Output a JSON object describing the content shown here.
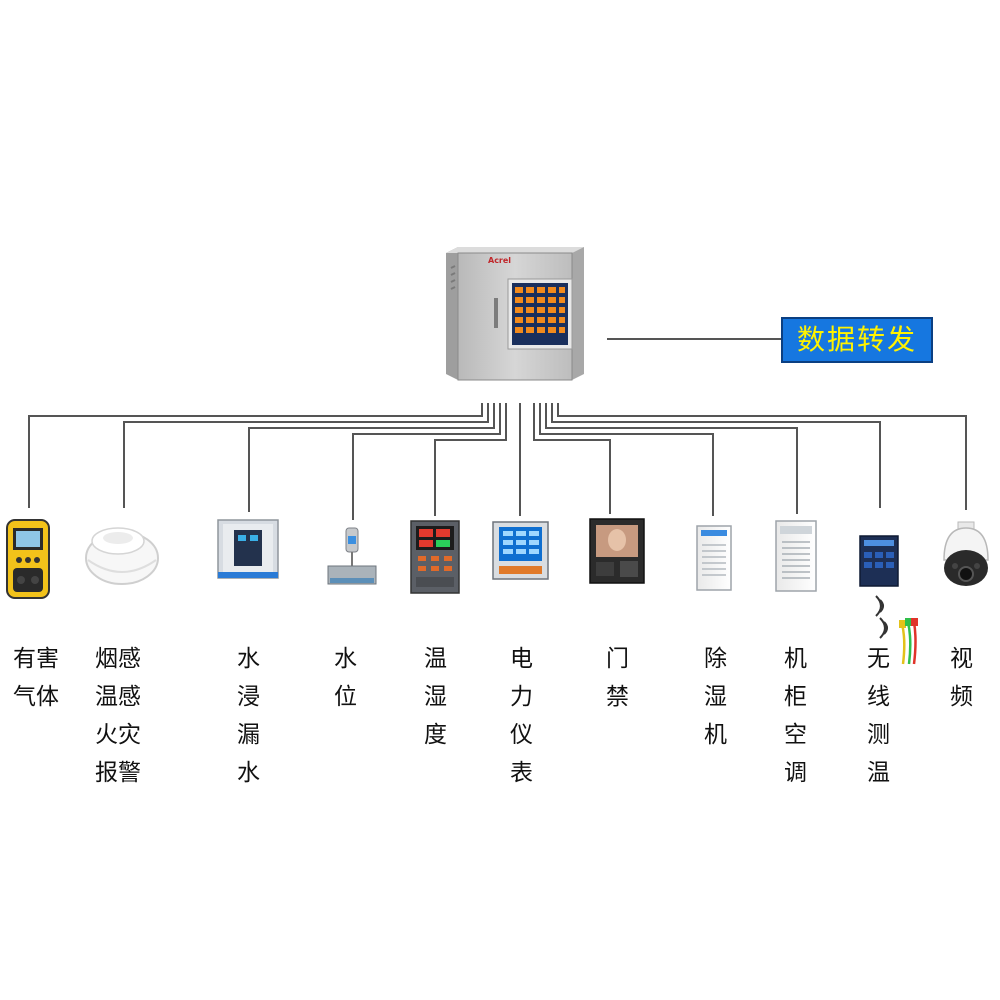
{
  "diagram": {
    "brand_logo": "Acrel",
    "forward_label": "数据转发",
    "colors": {
      "line": "#555555",
      "box_fill": "#1677e0",
      "box_border": "#0b3f82",
      "box_text": "#fff200",
      "cabinet": "#c9c9c9"
    },
    "devices": [
      {
        "id": "gas",
        "label": "有害\n气体",
        "icon": "gas-detector-icon"
      },
      {
        "id": "smoke",
        "label": "烟感\n温感\n火灾\n报警",
        "icon": "smoke-detector-icon"
      },
      {
        "id": "water-leak",
        "label": "水\n浸\n漏\n水",
        "icon": "water-leak-sensor-icon"
      },
      {
        "id": "water-level",
        "label": "水\n位",
        "icon": "water-level-sensor-icon"
      },
      {
        "id": "temp-humidity",
        "label": "温\n湿\n度",
        "icon": "temp-humidity-controller-icon"
      },
      {
        "id": "power-meter",
        "label": "电\n力\n仪\n表",
        "icon": "power-meter-icon"
      },
      {
        "id": "access",
        "label": "门\n禁",
        "icon": "access-control-icon"
      },
      {
        "id": "dehumidifier",
        "label": "除\n湿\n机",
        "icon": "dehumidifier-icon"
      },
      {
        "id": "cabinet-ac",
        "label": "机\n柜\n空\n调",
        "icon": "cabinet-ac-icon"
      },
      {
        "id": "wireless-temp",
        "label": "无\n线\n测\n温",
        "icon": "wireless-temp-icon"
      },
      {
        "id": "video",
        "label": "视\n频",
        "icon": "dome-camera-icon"
      }
    ]
  }
}
